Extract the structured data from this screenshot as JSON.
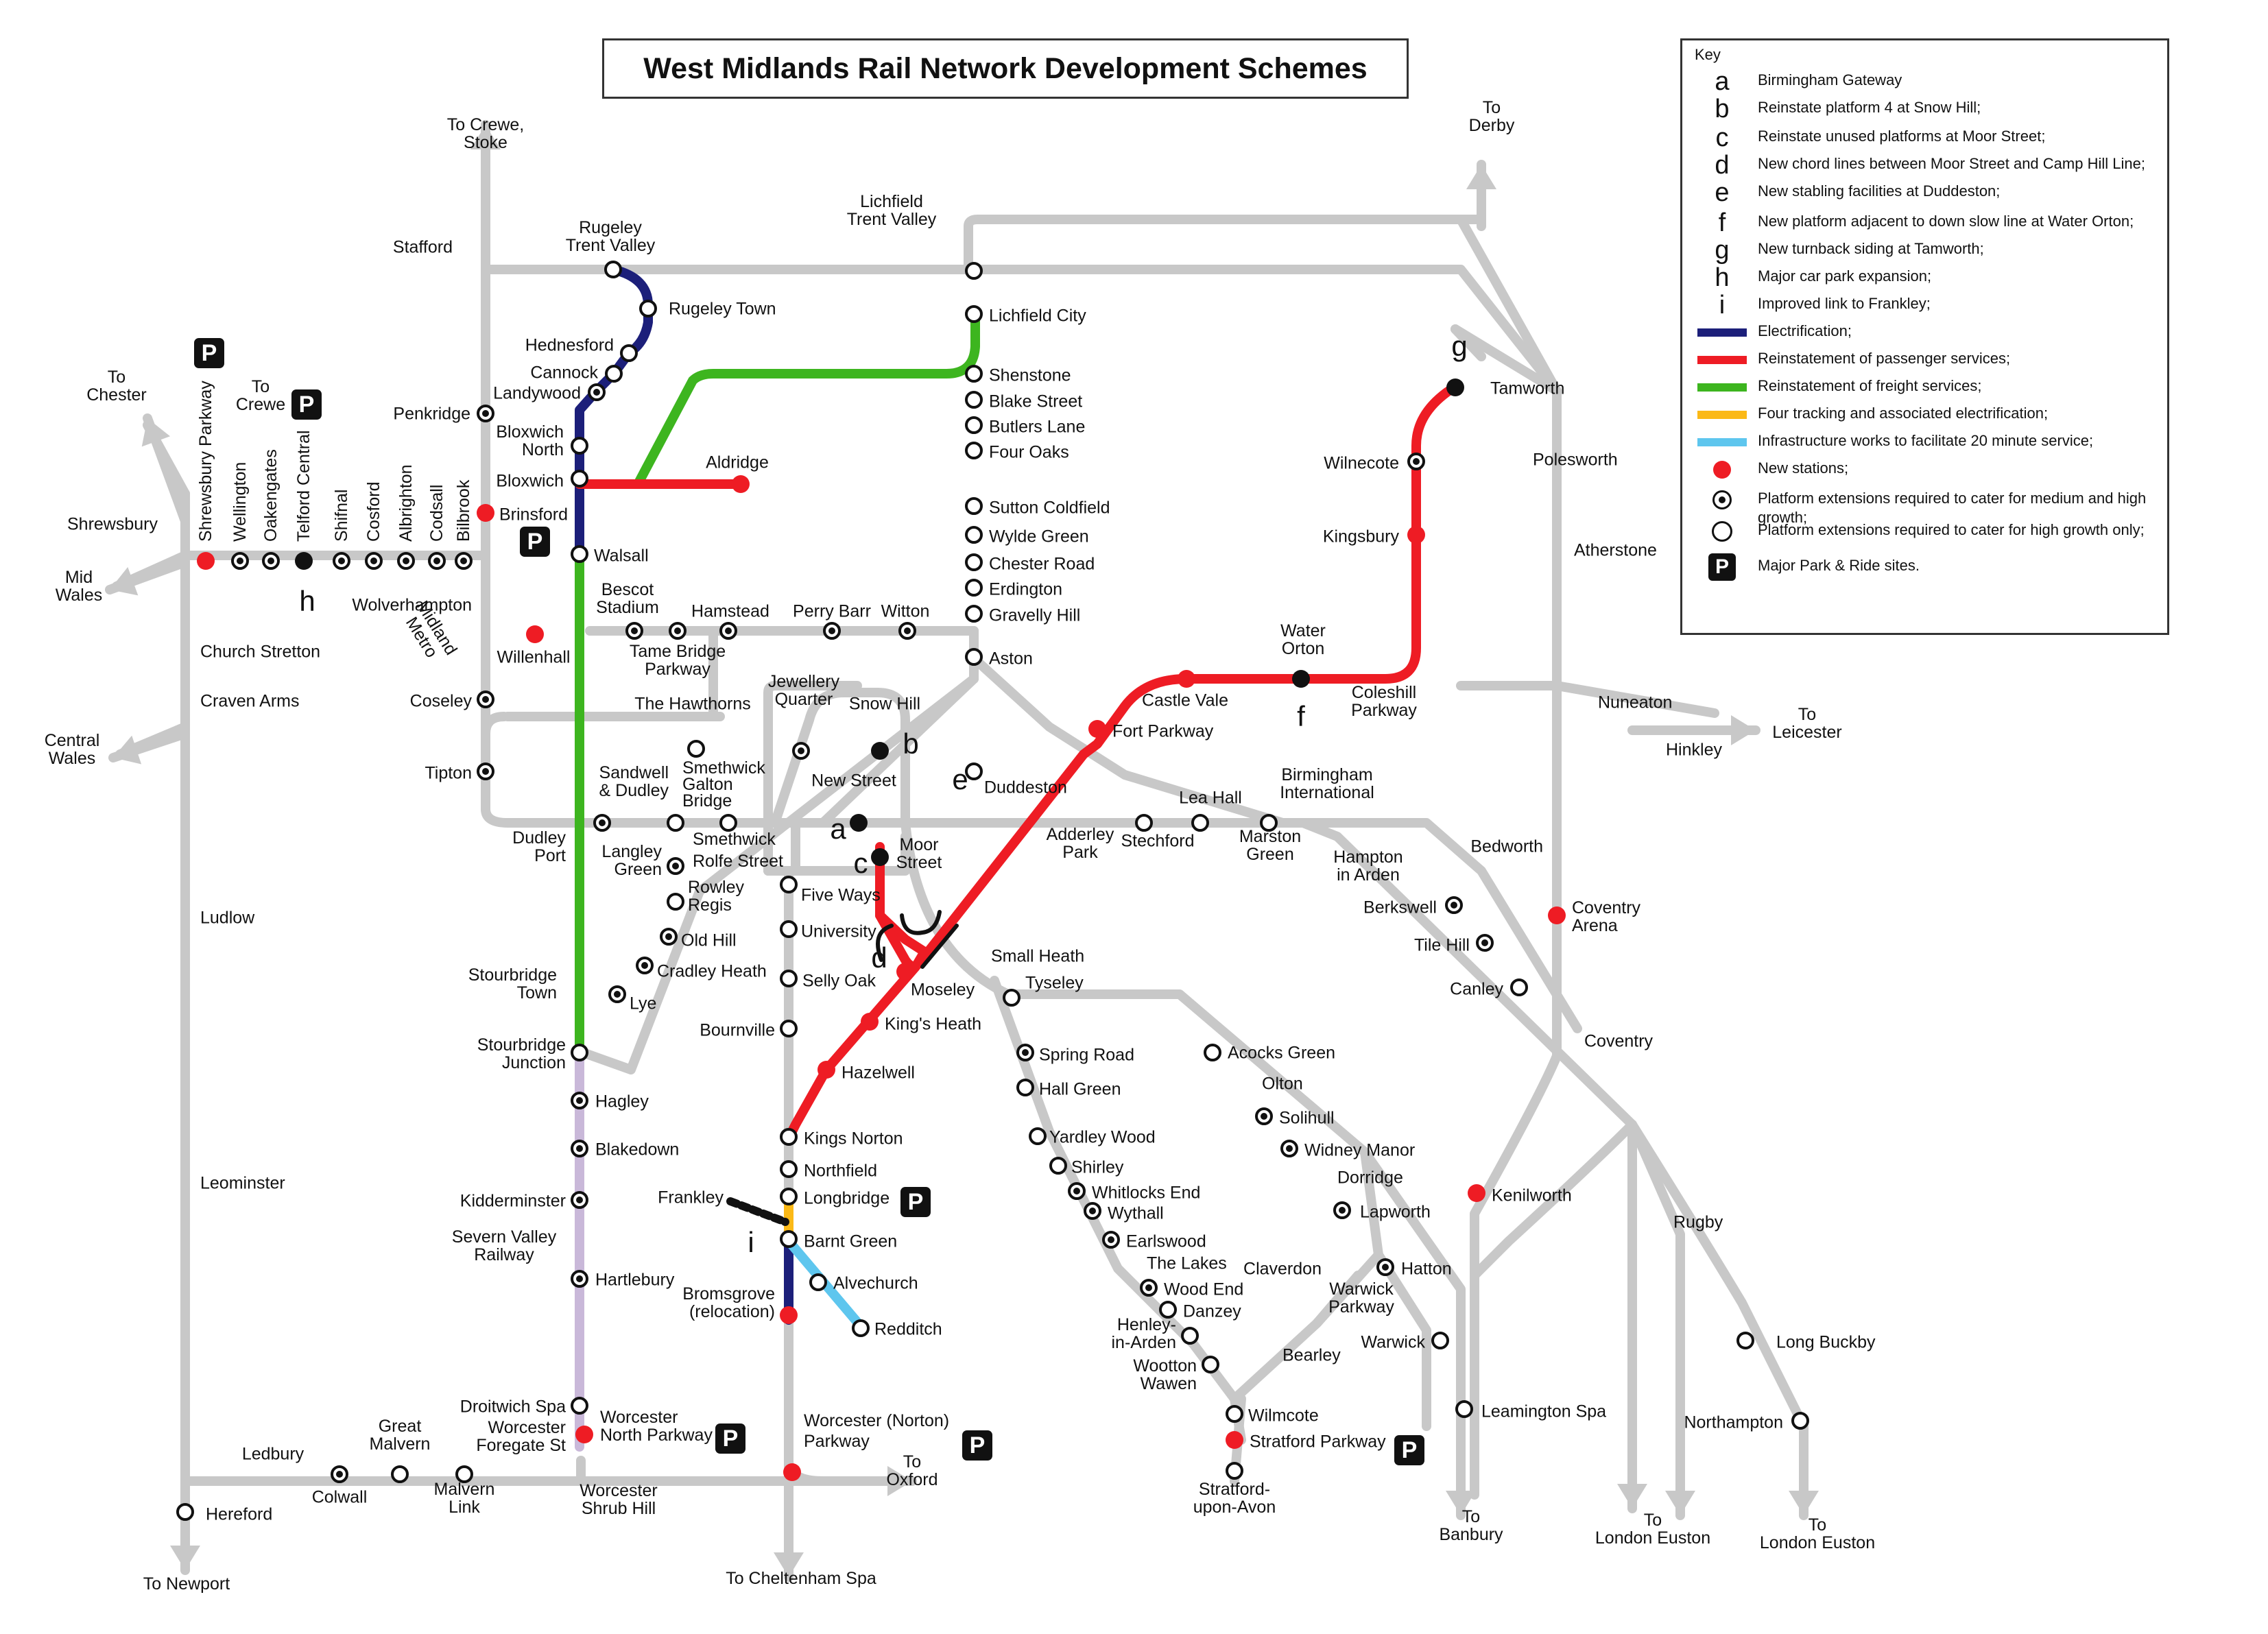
{
  "title": "West Midlands Rail Network Development Schemes",
  "key": {
    "heading": "Key",
    "items": [
      {
        "symbol": "a",
        "text": "Birmingham Gateway"
      },
      {
        "symbol": "b",
        "text": "Reinstate platform 4 at Snow Hill;"
      },
      {
        "symbol": "c",
        "text": "Reinstate unused platforms at Moor Street;"
      },
      {
        "symbol": "d",
        "text": "New chord lines between Moor Street and Camp Hill Line;"
      },
      {
        "symbol": "e",
        "text": "New stabling facilities at Duddeston;"
      },
      {
        "symbol": "f",
        "text": "New platform adjacent to down slow line at Water Orton;"
      },
      {
        "symbol": "g",
        "text": "New turnback siding at Tamworth;"
      },
      {
        "symbol": "h",
        "text": "Major car park expansion;"
      },
      {
        "symbol": "i",
        "text": "Improved link to Frankley;"
      },
      {
        "symbol": "bar:#1c1f7a",
        "text": "Electrification;"
      },
      {
        "symbol": "bar:#ee1c24",
        "text": "Reinstatement of passenger services;"
      },
      {
        "symbol": "bar:#3db51f",
        "text": "Reinstatement of freight services;"
      },
      {
        "symbol": "bar:#fbb917",
        "text": "Four tracking and associated electrification;"
      },
      {
        "symbol": "bar:#5ec6ee",
        "text": "Infrastructure works to facilitate 20 minute service;"
      },
      {
        "symbol": "dot-red",
        "text": "New stations;"
      },
      {
        "symbol": "dot-ext",
        "text": "Platform extensions required to cater for medium and high growth;"
      },
      {
        "symbol": "dot-open",
        "text": "Platform extensions required to cater for high growth only;"
      },
      {
        "symbol": "P",
        "text": "Major Park & Ride sites."
      }
    ]
  },
  "colors": {
    "network": "#c8c8c8",
    "electrification": "#1c1f7a",
    "passenger": "#ee1c24",
    "freight": "#3db51f",
    "four_tracking": "#fbb917",
    "twenty_minute": "#5ec6ee",
    "lilac": "#c9b8d9"
  },
  "park_and_ride_symbol": "P",
  "scheme_letters": [
    "a",
    "b",
    "c",
    "d",
    "e",
    "f",
    "g",
    "h",
    "i"
  ],
  "destinations": [
    "To Crewe, Stoke",
    "To Derby",
    "To Chester",
    "To Crewe",
    "Mid Wales",
    "Central Wales",
    "To Newport",
    "To Cheltenham Spa",
    "To Oxford",
    "To Banbury",
    "To London Euston",
    "To London Euston",
    "To Leicester"
  ],
  "stations": [
    "Stafford",
    "Rugeley Trent Valley",
    "Rugeley Town",
    "Hednesford",
    "Cannock",
    "Landywood",
    "Penkridge",
    "Bloxwich North",
    "Bloxwich",
    "Brinsford",
    "Walsall",
    "Wolverhampton",
    "Willenhall",
    "Coseley",
    "Tipton",
    "Midland Metro",
    "Shrewsbury",
    "Shrewsbury Parkway",
    "Wellington",
    "Oakengates",
    "Telford Central",
    "Shifnal",
    "Cosford",
    "Albrighton",
    "Codsall",
    "Bilbrook",
    "Church Stretton",
    "Craven Arms",
    "Ludlow",
    "Leominster",
    "Hereford",
    "Ledbury",
    "Colwall",
    "Great Malvern",
    "Malvern Link",
    "Worcester Foregate St",
    "Worcester Shrub Hill",
    "Worcester North Parkway",
    "Worcester (Norton) Parkway",
    "Droitwich Spa",
    "Hartlebury",
    "Kidderminster",
    "Severn Valley Railway",
    "Blakedown",
    "Hagley",
    "Stourbridge Junction",
    "Stourbridge Town",
    "Lye",
    "Cradley Heath",
    "Old Hill",
    "Rowley Regis",
    "Langley Green",
    "Dudley Port",
    "Sandwell & Dudley",
    "Smethwick Galton Bridge",
    "Smethwick Rolfe Street",
    "The Hawthorns",
    "Jewellery Quarter",
    "Snow Hill",
    "New Street",
    "Moor Street",
    "Bescot Stadium",
    "Tame Bridge Parkway",
    "Hamstead",
    "Perry Barr",
    "Witton",
    "Aldridge",
    "Lichfield Trent Valley",
    "Lichfield City",
    "Shenstone",
    "Blake Street",
    "Butlers Lane",
    "Four Oaks",
    "Sutton Coldfield",
    "Wylde Green",
    "Chester Road",
    "Erdington",
    "Gravelly Hill",
    "Aston",
    "Duddeston",
    "Tamworth",
    "Wilnecote",
    "Polesworth",
    "Atherstone",
    "Kingsbury",
    "Water Orton",
    "Coleshill Parkway",
    "Castle Vale",
    "Fort Parkway",
    "Nuneaton",
    "Hinkley",
    "Adderley Park",
    "Stechford",
    "Lea Hall",
    "Marston Green",
    "Birmingham International",
    "Hampton in Arden",
    "Berkswell",
    "Tile Hill",
    "Canley",
    "Coventry",
    "Coventry Arena",
    "Bedworth",
    "Kenilworth",
    "Rugby",
    "Long Buckby",
    "Northampton",
    "Leamington Spa",
    "Five Ways",
    "University",
    "Selly Oak",
    "Bournville",
    "Kings Norton",
    "Northfield",
    "Longbridge",
    "Frankley",
    "Barnt Green",
    "Alvechurch",
    "Redditch",
    "Bromsgrove (relocation)",
    "Small Heath",
    "Tyseley",
    "Moseley",
    "King's Heath",
    "Hazelwell",
    "Spring Road",
    "Hall Green",
    "Yardley Wood",
    "Shirley",
    "Whitlocks End",
    "Wythall",
    "Earlswood",
    "The Lakes",
    "Wood End",
    "Danzey",
    "Henley-in-Arden",
    "Wootton Wawen",
    "Wilmcote",
    "Stratford Parkway",
    "Stratford-upon-Avon",
    "Acocks Green",
    "Olton",
    "Solihull",
    "Widney Manor",
    "Dorridge",
    "Lapworth",
    "Hatton",
    "Claverdon",
    "Bearley",
    "Warwick Parkway",
    "Warwick"
  ]
}
